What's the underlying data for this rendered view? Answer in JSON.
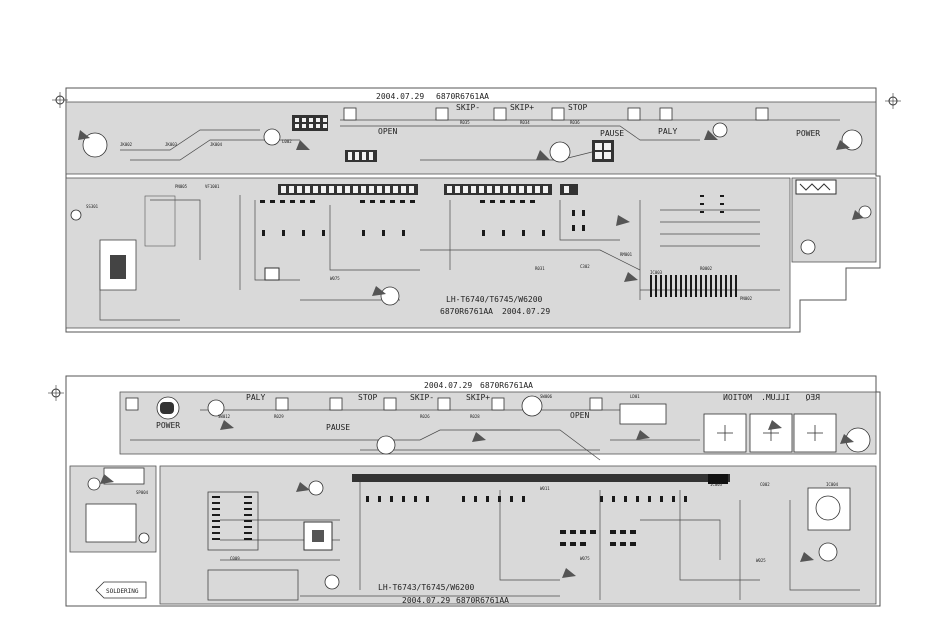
{
  "top_board": {
    "date": "2004.07.29",
    "part_no": "6870R6761AA",
    "buttons": [
      "SKIP-",
      "SKIP+",
      "STOP",
      "OPEN",
      "PAUSE",
      "PALY",
      "POWER"
    ],
    "model": "LH-T6740/T6745/W6200",
    "bottom_part_no": "6870R6761AA",
    "bottom_date": "2004.07.29"
  },
  "bottom_board": {
    "date": "2004.07.29",
    "part_no": "6870R6761AA",
    "buttons": [
      "POWER",
      "PALY",
      "PAUSE",
      "STOP",
      "SKIP-",
      "SKIP+",
      "OPEN"
    ],
    "mirrored_labels": [
      "MOTION",
      "ILLUM.",
      "REQ"
    ],
    "model": "LH-T6743/T6745/W6200",
    "bottom_date": "2004.07.29",
    "bottom_part_no": "6870R6761AA",
    "soldering_label": "SOLDERING"
  },
  "colors": {
    "board_fill": "#d9d9d9",
    "outline": "#555555",
    "trace": "#4a4a4a",
    "pad": "#1a1a1a",
    "background": "#ffffff"
  }
}
